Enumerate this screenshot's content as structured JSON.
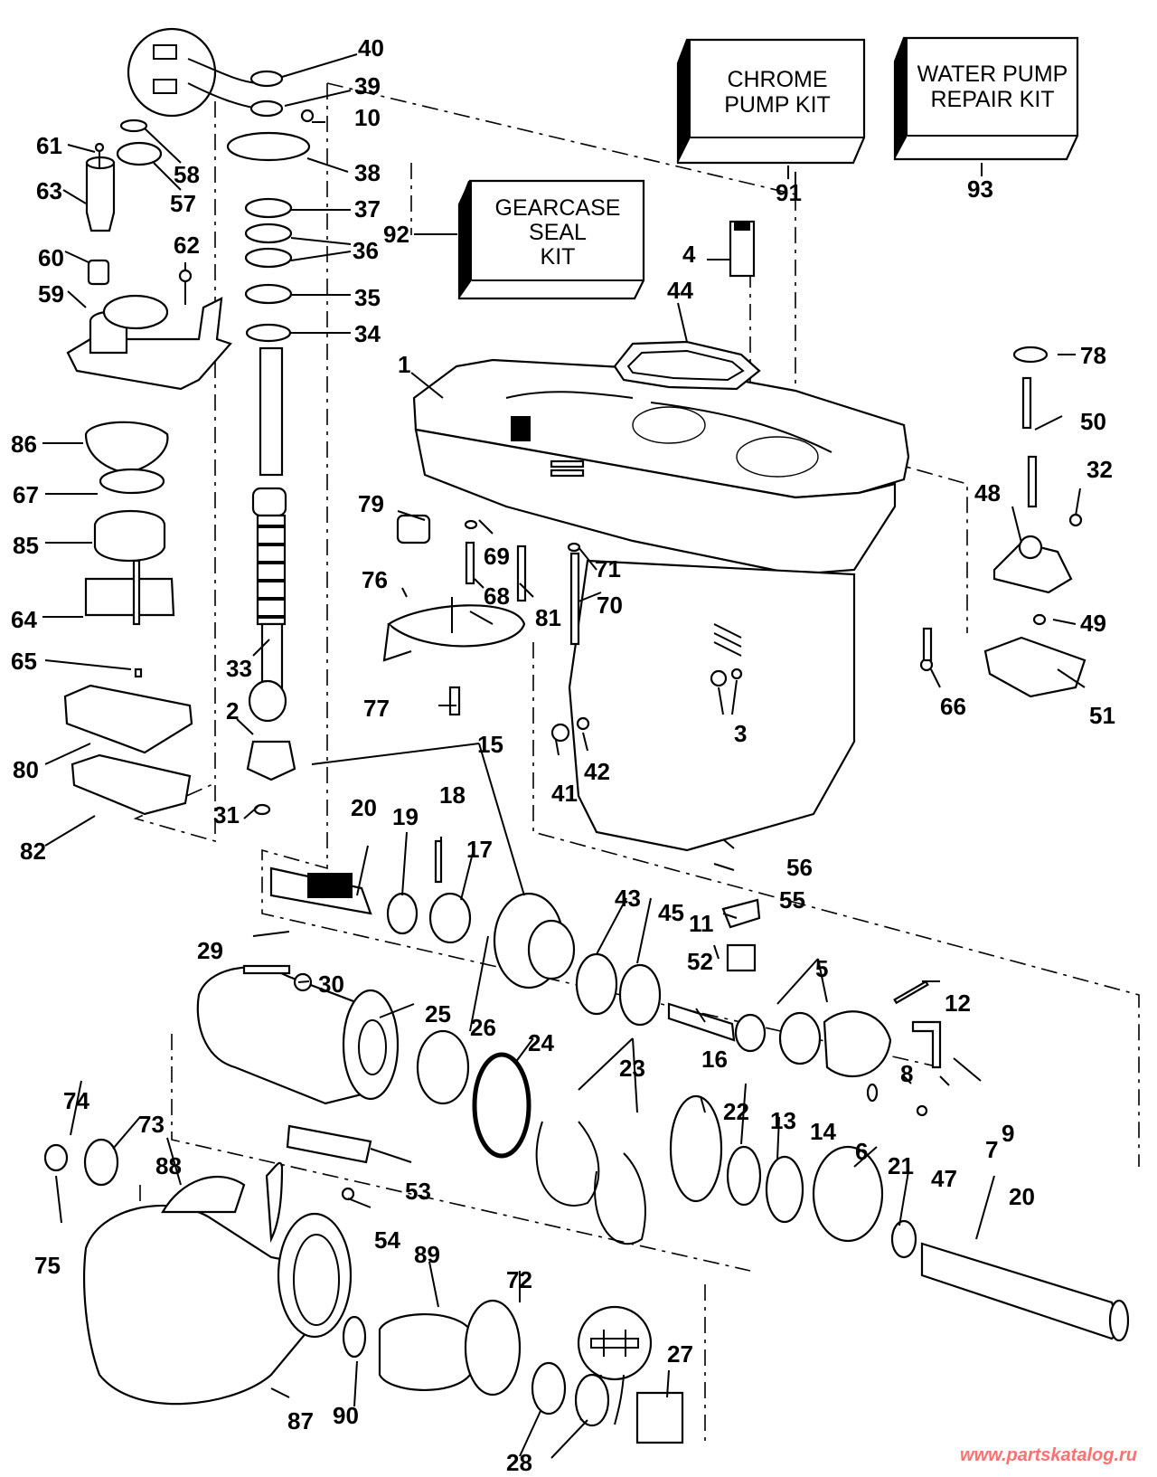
{
  "diagram": {
    "kits": [
      {
        "id": "91",
        "lines": [
          "CHROME",
          "PUMP KIT"
        ]
      },
      {
        "id": "93",
        "lines": [
          "WATER PUMP",
          "REPAIR KIT"
        ]
      },
      {
        "id": "92",
        "lines": [
          "GEARCASE",
          "SEAL",
          "KIT"
        ]
      }
    ],
    "labels": [
      "40",
      "39",
      "10",
      "38",
      "37",
      "36",
      "35",
      "34",
      "61",
      "58",
      "57",
      "63",
      "60",
      "62",
      "59",
      "86",
      "67",
      "85",
      "64",
      "65",
      "33",
      "80",
      "2",
      "82",
      "31",
      "1",
      "44",
      "4",
      "92",
      "91",
      "93",
      "78",
      "50",
      "32",
      "48",
      "49",
      "51",
      "66",
      "79",
      "69",
      "68",
      "81",
      "71",
      "70",
      "76",
      "77",
      "3",
      "42",
      "41",
      "15",
      "20",
      "19",
      "18",
      "17",
      "56",
      "55",
      "43",
      "45",
      "11",
      "52",
      "5",
      "12",
      "29",
      "30",
      "25",
      "26",
      "24",
      "16",
      "23",
      "22",
      "13",
      "14",
      "8",
      "6",
      "7",
      "9",
      "21",
      "47",
      "20b",
      "74",
      "73",
      "88",
      "53",
      "54",
      "75",
      "89",
      "72",
      "27",
      "90",
      "87",
      "28"
    ],
    "label_text": {
      "40": "40",
      "39": "39",
      "10": "10",
      "38": "38",
      "37": "37",
      "36": "36",
      "35": "35",
      "34": "34",
      "61": "61",
      "58": "58",
      "57": "57",
      "63": "63",
      "60": "60",
      "62": "62",
      "59": "59",
      "86": "86",
      "67": "67",
      "85": "85",
      "64": "64",
      "65": "65",
      "33": "33",
      "80": "80",
      "2": "2",
      "82": "82",
      "31": "31",
      "1": "1",
      "44": "44",
      "4": "4",
      "92": "92",
      "91": "91",
      "93": "93",
      "78": "78",
      "50": "50",
      "32": "32",
      "48": "48",
      "49": "49",
      "51": "51",
      "66": "66",
      "79": "79",
      "69": "69",
      "68": "68",
      "81": "81",
      "71": "71",
      "70": "70",
      "76": "76",
      "77": "77",
      "3": "3",
      "42": "42",
      "41": "41",
      "15": "15",
      "20": "20",
      "19": "19",
      "18": "18",
      "17": "17",
      "56": "56",
      "55": "55",
      "43": "43",
      "45": "45",
      "11": "11",
      "52": "52",
      "5": "5",
      "12": "12",
      "29": "29",
      "30": "30",
      "25": "25",
      "26": "26",
      "24": "24",
      "16": "16",
      "23": "23",
      "22": "22",
      "13": "13",
      "14": "14",
      "8": "8",
      "6": "6",
      "7": "7",
      "9": "9",
      "21": "21",
      "47": "47",
      "20b": "20",
      "74": "74",
      "73": "73",
      "88": "88",
      "53": "53",
      "54": "54",
      "75": "75",
      "89": "89",
      "72": "72",
      "27": "27",
      "90": "90",
      "87": "87",
      "28": "28"
    }
  },
  "watermark": "www.partskatalog.ru"
}
